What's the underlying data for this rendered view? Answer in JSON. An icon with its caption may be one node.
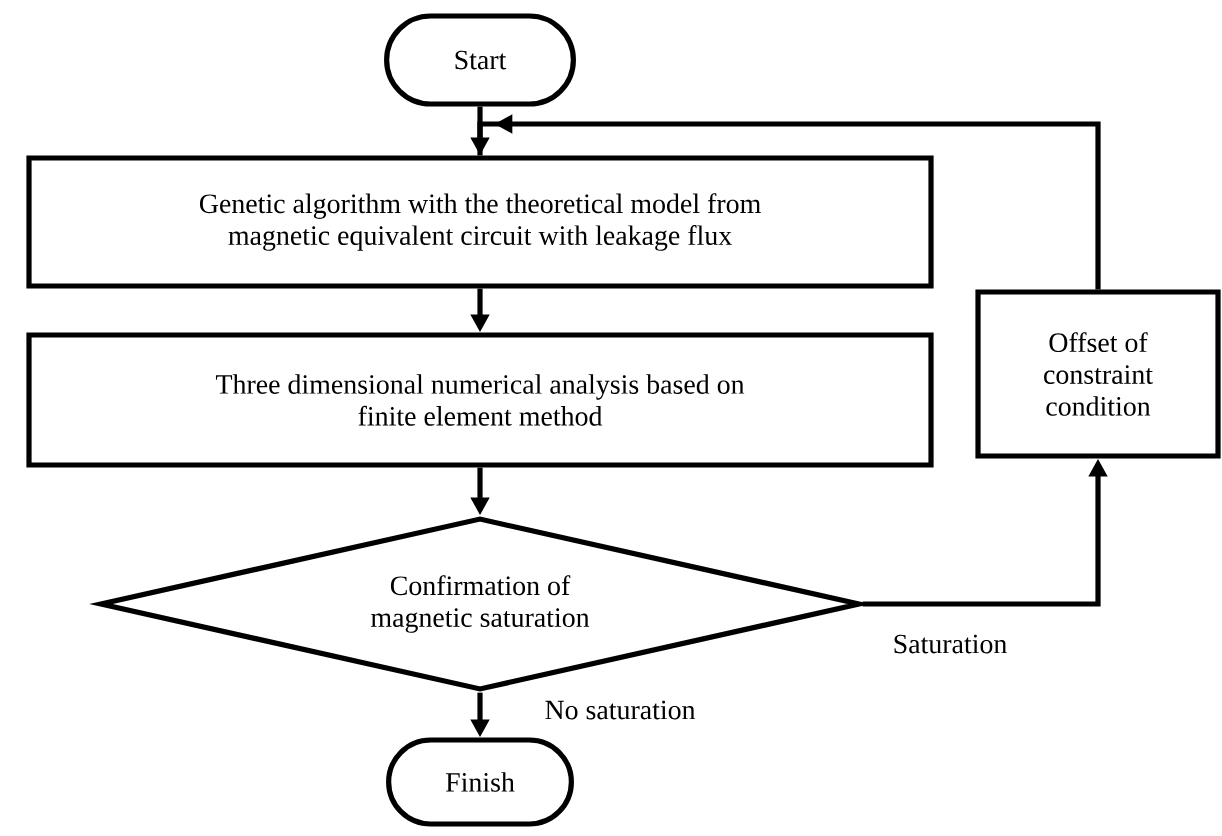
{
  "diagram": {
    "nodes": [
      {
        "text": [
          "Start"
        ]
      },
      {
        "text": [
          "Genetic algorithm with the theoretical model from magnetic equivalent circuit with leakage flux"
        ]
      },
      {
        "text": [
          "Three dimensional numerical analysis based on finite element method"
        ]
      },
      {
        "text": [
          "Confirmation of magnetic saturation"
        ]
      },
      {
        "text": [
          "Finish"
        ]
      },
      {
        "text": [
          "Offset of constraint condition"
        ]
      }
    ],
    "edges": [
      {
        "from": 0,
        "to": 1,
        "arrow": "to"
      },
      {
        "from": 1,
        "to": 2,
        "arrow": "to"
      },
      {
        "from": 2,
        "to": 3,
        "arrow": "to"
      },
      {
        "from": 3,
        "to": 4,
        "arrow": "to",
        "label": "No saturation"
      },
      {
        "from": 3,
        "to": 5,
        "arrow": "to",
        "label": "Saturation"
      },
      {
        "from": 5,
        "to": 1,
        "arrow": "to"
      }
    ]
  }
}
